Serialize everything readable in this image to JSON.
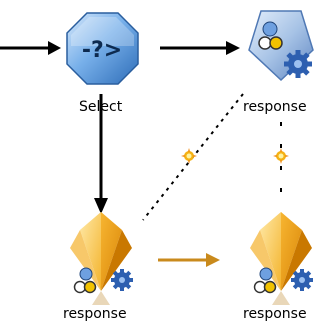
{
  "canvas": {
    "nodes": [
      {
        "id": "select",
        "label": "Select",
        "type": "select"
      },
      {
        "id": "response-model",
        "label": "response",
        "type": "model"
      },
      {
        "id": "response-nugget-1",
        "label": "response",
        "type": "nugget"
      },
      {
        "id": "response-nugget-2",
        "label": "response",
        "type": "nugget"
      }
    ],
    "links": [
      {
        "from": "input",
        "to": "select",
        "style": "solid"
      },
      {
        "from": "select",
        "to": "response-model",
        "style": "solid"
      },
      {
        "from": "select",
        "to": "response-nugget-1",
        "style": "solid"
      },
      {
        "from": "response-nugget-1",
        "to": "response-nugget-2",
        "style": "solid-orange"
      },
      {
        "from": "response-model",
        "to": "response-nugget-1",
        "style": "dotted"
      },
      {
        "from": "response-model",
        "to": "response-nugget-2",
        "style": "dotted"
      }
    ]
  },
  "colors": {
    "select_node": "#5b9ad8",
    "model_node": "#8fb0d9",
    "nugget_node": "#f2a81e",
    "link_black": "#000000",
    "link_orange": "#c98a1c",
    "spark": "#f5b414"
  }
}
